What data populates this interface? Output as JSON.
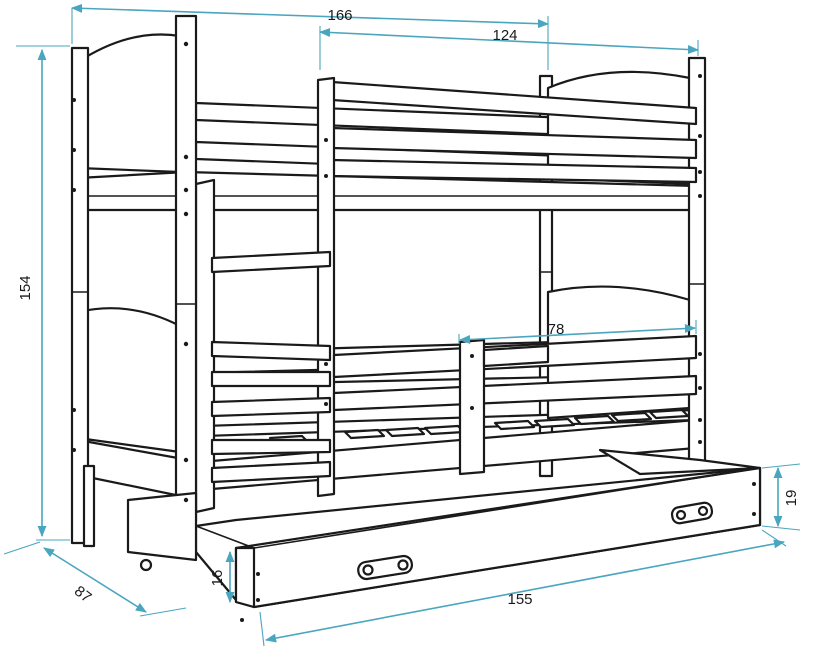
{
  "colors": {
    "outline": "#1a1a1a",
    "dimension_line": "#4aa6bf",
    "background": "#ffffff"
  },
  "dimensions": {
    "total_width": "166",
    "inner_width": "124",
    "height": "154",
    "depth": "87",
    "guard_width": "78",
    "drawer_length": "155",
    "drawer_height": "16",
    "drawer_depth": "19"
  }
}
